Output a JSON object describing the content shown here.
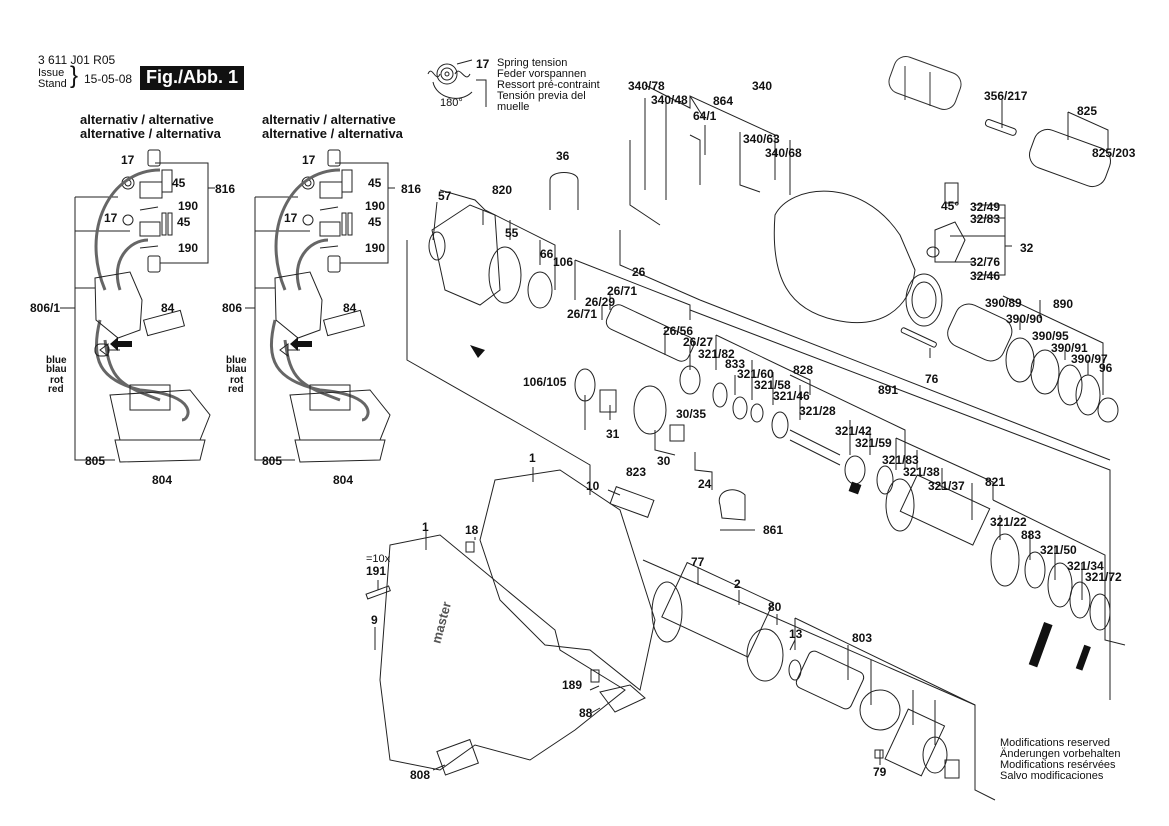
{
  "header": {
    "document_code": "3 611 J01 R05",
    "issue_label": "Issue",
    "stand_label": "Stand",
    "date": "15-05-08",
    "figure_label": "Fig./Abb. 1"
  },
  "alternative_panels": [
    {
      "title_line1": "alternativ / alternative",
      "title_line2": "alternative / alternativa",
      "labels": {
        "p17a": "17",
        "p45a": "45",
        "p816": "816",
        "p190a": "190",
        "p17b": "17",
        "p45b": "45",
        "p190b": "190",
        "p806": "806/1",
        "p84": "84",
        "blue": "blue",
        "blau": "blau",
        "rot": "rot",
        "red": "red",
        "p805": "805",
        "p804": "804"
      }
    },
    {
      "title_line1": "alternativ / alternative",
      "title_line2": "alternative / alternativa",
      "labels": {
        "p17a": "17",
        "p45a": "45",
        "p816": "816",
        "p190a": "190",
        "p17b": "17",
        "p45b": "45",
        "p190b": "190",
        "p806": "806",
        "p84": "84",
        "blue": "blue",
        "blau": "blau",
        "rot": "rot",
        "red": "red",
        "p805": "805",
        "p804": "804"
      }
    }
  ],
  "spring_note": {
    "part": "17",
    "angle": "180°",
    "lines": [
      "Spring tension",
      "Feder vorspannen",
      "Ressort pré-contraint",
      "Tensión previa del",
      "muelle"
    ]
  },
  "part_labels": {
    "p340_78": "340/78",
    "p340_48": "340/48",
    "p864": "864",
    "p340": "340",
    "p64_1": "64/1",
    "p340_63": "340/63",
    "p340_68": "340/68",
    "p356_217": "356/217",
    "p825": "825",
    "p825_203": "825/203",
    "p36": "36",
    "p57": "57",
    "p820": "820",
    "p55": "55",
    "p66": "66",
    "p106": "106",
    "p26": "26",
    "p26_71a": "26/71",
    "p26_29": "26/29",
    "p26_71b": "26/71",
    "p26_56": "26/56",
    "p26_27": "26/27",
    "p106_105": "106/105",
    "p31": "31",
    "p30_35": "30/35",
    "p30": "30",
    "p823": "823",
    "p24": "24",
    "p861": "861",
    "p321_82": "321/82",
    "p833": "833",
    "p321_60": "321/60",
    "p321_58": "321/58",
    "p321_46": "321/46",
    "p828": "828",
    "p321_28": "321/28",
    "p891": "891",
    "p321_42": "321/42",
    "p321_59": "321/59",
    "p32_49": "32/49",
    "p32_83": "32/83",
    "p32": "32",
    "p32_76": "32/76",
    "p32_46": "32/46",
    "p45deg": "45°",
    "p76": "76",
    "p390_89": "390/89",
    "p890": "890",
    "p390_90": "390/90",
    "p390_95": "390/95",
    "p390_91": "390/91",
    "p390_97": "390/97",
    "p96": "96",
    "p321_83": "321/83",
    "p321_38": "321/38",
    "p321_37": "321/37",
    "p821": "821",
    "p321_22": "321/22",
    "p883": "883",
    "p321_50": "321/50",
    "p321_34": "321/34",
    "p321_72": "321/72",
    "p1a": "1",
    "p10": "10",
    "p18": "18",
    "p1b": "1",
    "p10x": "=10x",
    "p191": "191",
    "p9": "9",
    "p189": "189",
    "p88": "88",
    "p808": "808",
    "p77": "77",
    "p2": "2",
    "p80": "80",
    "p13": "13",
    "p803": "803",
    "p79": "79"
  },
  "housing_brand_text": "master",
  "modifications_note": [
    "Modifications reserved",
    "Änderungen vorbehalten",
    "Modifications resérvées",
    "Salvo modificaciones"
  ]
}
